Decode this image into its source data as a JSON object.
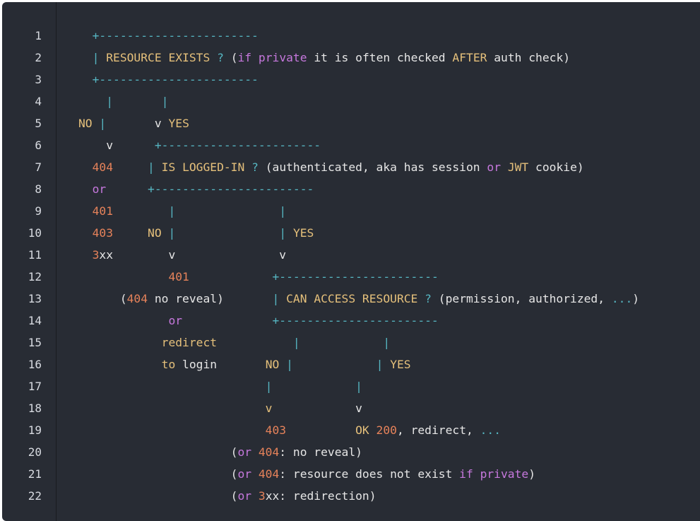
{
  "line_numbers": [
    "1",
    "2",
    "3",
    "4",
    "5",
    "6",
    "7",
    "8",
    "9",
    "10",
    "11",
    "12",
    "13",
    "14",
    "15",
    "16",
    "17",
    "18",
    "19",
    "20",
    "21",
    "22"
  ],
  "lines": [
    [
      {
        "t": "  ",
        "c": "c-txt"
      },
      {
        "t": "+-----------------------",
        "c": "c-border"
      }
    ],
    [
      {
        "t": "  ",
        "c": "c-txt"
      },
      {
        "t": "| ",
        "c": "c-border"
      },
      {
        "t": "RESOURCE EXISTS",
        "c": "c-key"
      },
      {
        "t": " ",
        "c": "c-txt"
      },
      {
        "t": "?",
        "c": "c-op"
      },
      {
        "t": " (",
        "c": "c-txt"
      },
      {
        "t": "if",
        "c": "c-kw"
      },
      {
        "t": " ",
        "c": "c-txt"
      },
      {
        "t": "private",
        "c": "c-kw"
      },
      {
        "t": " it is often checked ",
        "c": "c-txt"
      },
      {
        "t": "AFTER",
        "c": "c-key"
      },
      {
        "t": " auth check)",
        "c": "c-txt"
      }
    ],
    [
      {
        "t": "  ",
        "c": "c-txt"
      },
      {
        "t": "+-----------------------",
        "c": "c-border"
      }
    ],
    [
      {
        "t": "    ",
        "c": "c-txt"
      },
      {
        "t": "|",
        "c": "c-border"
      },
      {
        "t": "       ",
        "c": "c-txt"
      },
      {
        "t": "|",
        "c": "c-border"
      }
    ],
    [
      {
        "t": "NO",
        "c": "c-key"
      },
      {
        "t": " ",
        "c": "c-txt"
      },
      {
        "t": "|",
        "c": "c-border"
      },
      {
        "t": "       v ",
        "c": "c-txt"
      },
      {
        "t": "YES",
        "c": "c-key"
      }
    ],
    [
      {
        "t": "    v      ",
        "c": "c-txt"
      },
      {
        "t": "+-----------------------",
        "c": "c-border"
      }
    ],
    [
      {
        "t": "  ",
        "c": "c-txt"
      },
      {
        "t": "404",
        "c": "c-num"
      },
      {
        "t": "     ",
        "c": "c-txt"
      },
      {
        "t": "| ",
        "c": "c-border"
      },
      {
        "t": "IS LOGGED-IN",
        "c": "c-key"
      },
      {
        "t": " ",
        "c": "c-txt"
      },
      {
        "t": "?",
        "c": "c-op"
      },
      {
        "t": " (authenticated, aka has session ",
        "c": "c-txt"
      },
      {
        "t": "or",
        "c": "c-or"
      },
      {
        "t": " ",
        "c": "c-txt"
      },
      {
        "t": "JWT",
        "c": "c-key"
      },
      {
        "t": " cookie)",
        "c": "c-txt"
      }
    ],
    [
      {
        "t": "  ",
        "c": "c-txt"
      },
      {
        "t": "or",
        "c": "c-or"
      },
      {
        "t": "      ",
        "c": "c-txt"
      },
      {
        "t": "+-----------------------",
        "c": "c-border"
      }
    ],
    [
      {
        "t": "  ",
        "c": "c-txt"
      },
      {
        "t": "401",
        "c": "c-num"
      },
      {
        "t": "        ",
        "c": "c-txt"
      },
      {
        "t": "|",
        "c": "c-border"
      },
      {
        "t": "               ",
        "c": "c-txt"
      },
      {
        "t": "|",
        "c": "c-border"
      }
    ],
    [
      {
        "t": "  ",
        "c": "c-txt"
      },
      {
        "t": "403",
        "c": "c-num"
      },
      {
        "t": "     ",
        "c": "c-txt"
      },
      {
        "t": "NO",
        "c": "c-key"
      },
      {
        "t": " ",
        "c": "c-txt"
      },
      {
        "t": "|",
        "c": "c-border"
      },
      {
        "t": "               ",
        "c": "c-txt"
      },
      {
        "t": "|",
        "c": "c-border"
      },
      {
        "t": " ",
        "c": "c-txt"
      },
      {
        "t": "YES",
        "c": "c-key"
      }
    ],
    [
      {
        "t": "  ",
        "c": "c-txt"
      },
      {
        "t": "3",
        "c": "c-num"
      },
      {
        "t": "xx        v               v",
        "c": "c-txt"
      }
    ],
    [
      {
        "t": "             ",
        "c": "c-txt"
      },
      {
        "t": "401",
        "c": "c-num"
      },
      {
        "t": "            ",
        "c": "c-txt"
      },
      {
        "t": "+-----------------------",
        "c": "c-border"
      }
    ],
    [
      {
        "t": "      (",
        "c": "c-txt"
      },
      {
        "t": "404",
        "c": "c-num"
      },
      {
        "t": " no reveal)       ",
        "c": "c-txt"
      },
      {
        "t": "| ",
        "c": "c-border"
      },
      {
        "t": "CAN ACCESS RESOURCE",
        "c": "c-key"
      },
      {
        "t": " ",
        "c": "c-txt"
      },
      {
        "t": "?",
        "c": "c-op"
      },
      {
        "t": " (permission, authorized, ",
        "c": "c-txt"
      },
      {
        "t": "...",
        "c": "c-op"
      },
      {
        "t": ")",
        "c": "c-txt"
      }
    ],
    [
      {
        "t": "             ",
        "c": "c-txt"
      },
      {
        "t": "or",
        "c": "c-or"
      },
      {
        "t": "             ",
        "c": "c-txt"
      },
      {
        "t": "+-----------------------",
        "c": "c-border"
      }
    ],
    [
      {
        "t": "            ",
        "c": "c-txt"
      },
      {
        "t": "redirect",
        "c": "c-key"
      },
      {
        "t": "           ",
        "c": "c-txt"
      },
      {
        "t": "|",
        "c": "c-border"
      },
      {
        "t": "            ",
        "c": "c-txt"
      },
      {
        "t": "|",
        "c": "c-border"
      }
    ],
    [
      {
        "t": "            ",
        "c": "c-txt"
      },
      {
        "t": "to",
        "c": "c-key"
      },
      {
        "t": " login       ",
        "c": "c-txt"
      },
      {
        "t": "NO",
        "c": "c-key"
      },
      {
        "t": " ",
        "c": "c-txt"
      },
      {
        "t": "|",
        "c": "c-border"
      },
      {
        "t": "            ",
        "c": "c-txt"
      },
      {
        "t": "|",
        "c": "c-border"
      },
      {
        "t": " ",
        "c": "c-txt"
      },
      {
        "t": "YES",
        "c": "c-key"
      }
    ],
    [
      {
        "t": "                           ",
        "c": "c-txt"
      },
      {
        "t": "|",
        "c": "c-border"
      },
      {
        "t": "            ",
        "c": "c-txt"
      },
      {
        "t": "|",
        "c": "c-border"
      }
    ],
    [
      {
        "t": "                           ",
        "c": "c-txt"
      },
      {
        "t": "v",
        "c": "c-key"
      },
      {
        "t": "            v",
        "c": "c-txt"
      }
    ],
    [
      {
        "t": "                           ",
        "c": "c-txt"
      },
      {
        "t": "403",
        "c": "c-num"
      },
      {
        "t": "          ",
        "c": "c-txt"
      },
      {
        "t": "OK",
        "c": "c-key"
      },
      {
        "t": " ",
        "c": "c-txt"
      },
      {
        "t": "200",
        "c": "c-num"
      },
      {
        "t": ", redirect, ",
        "c": "c-txt"
      },
      {
        "t": "...",
        "c": "c-op"
      }
    ],
    [
      {
        "t": "                      (",
        "c": "c-txt"
      },
      {
        "t": "or",
        "c": "c-or"
      },
      {
        "t": " ",
        "c": "c-txt"
      },
      {
        "t": "404",
        "c": "c-num"
      },
      {
        "t": ": no reveal)",
        "c": "c-txt"
      }
    ],
    [
      {
        "t": "                      (",
        "c": "c-txt"
      },
      {
        "t": "or",
        "c": "c-or"
      },
      {
        "t": " ",
        "c": "c-txt"
      },
      {
        "t": "404",
        "c": "c-num"
      },
      {
        "t": ": resource does not exist ",
        "c": "c-txt"
      },
      {
        "t": "if",
        "c": "c-kw"
      },
      {
        "t": " ",
        "c": "c-txt"
      },
      {
        "t": "private",
        "c": "c-kw"
      },
      {
        "t": ")",
        "c": "c-txt"
      }
    ],
    [
      {
        "t": "                      (",
        "c": "c-txt"
      },
      {
        "t": "or",
        "c": "c-or"
      },
      {
        "t": " ",
        "c": "c-txt"
      },
      {
        "t": "3",
        "c": "c-num"
      },
      {
        "t": "xx: redirection)",
        "c": "c-txt"
      }
    ]
  ]
}
